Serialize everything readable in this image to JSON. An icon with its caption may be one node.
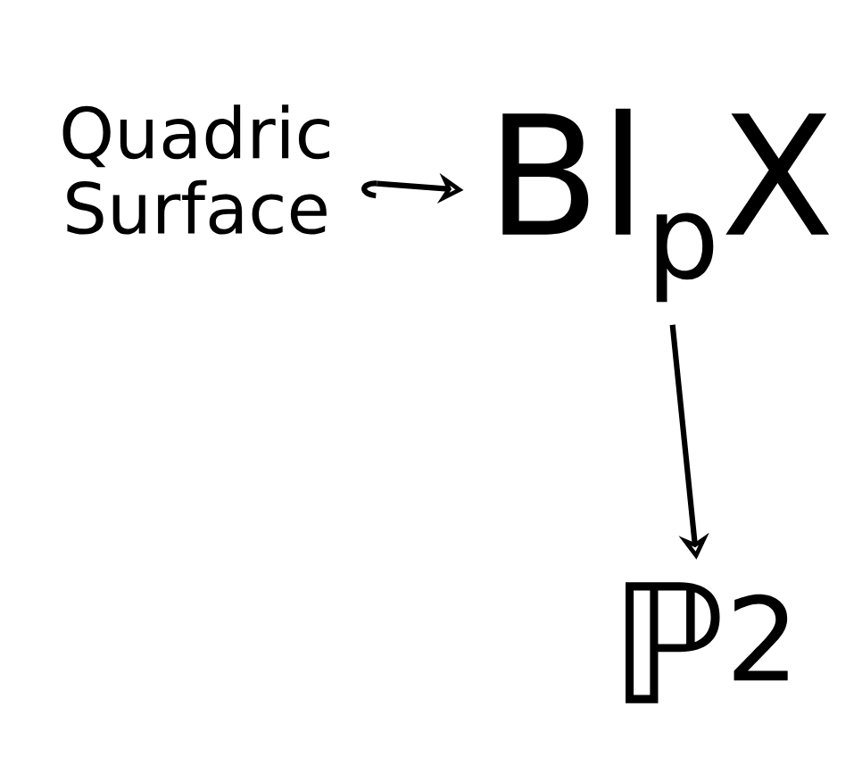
{
  "diagram": {
    "nodes": [
      {
        "text": [
          "Quadric Surface"
        ]
      },
      {
        "text": [
          "Bl$_{p}$X"
        ]
      },
      {
        "text": [
          "ℙ$^{2}$"
        ]
      }
    ],
    "edges": [
      {
        "from": 0,
        "to": 1,
        "arrow": "to"
      },
      {
        "from": 1,
        "to": 2,
        "arrow": "to"
      }
    ]
  }
}
